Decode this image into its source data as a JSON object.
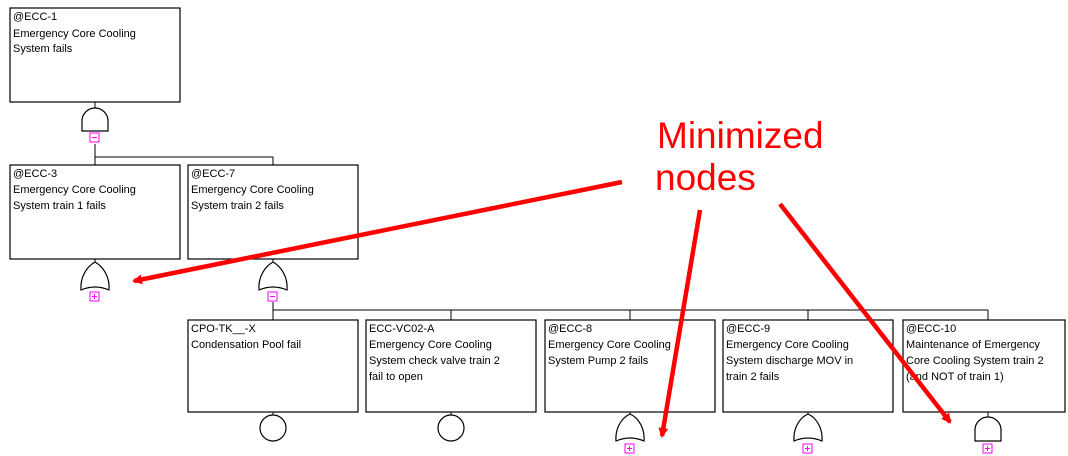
{
  "colors": {
    "line": "#000000",
    "toggle": "#ff00ff",
    "annotation": "#ff0000"
  },
  "nodes": {
    "ecc1": {
      "id": "@ECC-1",
      "lines": [
        "Emergency Core Cooling",
        "System fails"
      ],
      "gate": "and-gate",
      "toggle": "minus"
    },
    "ecc3": {
      "id": "@ECC-3",
      "lines": [
        "Emergency Core Cooling",
        "System train 1 fails"
      ],
      "gate": "or-gate",
      "toggle": "plus"
    },
    "ecc7": {
      "id": "@ECC-7",
      "lines": [
        "Emergency Core Cooling",
        "System train 2 fails"
      ],
      "gate": "or-gate",
      "toggle": "minus"
    },
    "cpo": {
      "id": "CPO-TK__-X",
      "lines": [
        "Condensation Pool fail"
      ],
      "gate": "basic-event"
    },
    "vc02": {
      "id": "ECC-VC02-A",
      "lines": [
        "Emergency Core Cooling",
        "System check valve train 2",
        "fail to open"
      ],
      "gate": "basic-event"
    },
    "ecc8": {
      "id": "@ECC-8",
      "lines": [
        "Emergency Core Cooling",
        "System Pump 2 fails"
      ],
      "gate": "or-gate",
      "toggle": "plus"
    },
    "ecc9": {
      "id": "@ECC-9",
      "lines": [
        "Emergency Core Cooling",
        "System discharge MOV in",
        "train 2 fails"
      ],
      "gate": "or-gate",
      "toggle": "plus"
    },
    "ecc10": {
      "id": "@ECC-10",
      "lines": [
        "Maintenance of Emergency",
        "Core Cooling System train 2",
        "(and NOT of train 1)"
      ],
      "gate": "and-gate",
      "toggle": "plus"
    }
  },
  "annotation": {
    "lines": [
      "Minimized",
      "nodes"
    ]
  }
}
